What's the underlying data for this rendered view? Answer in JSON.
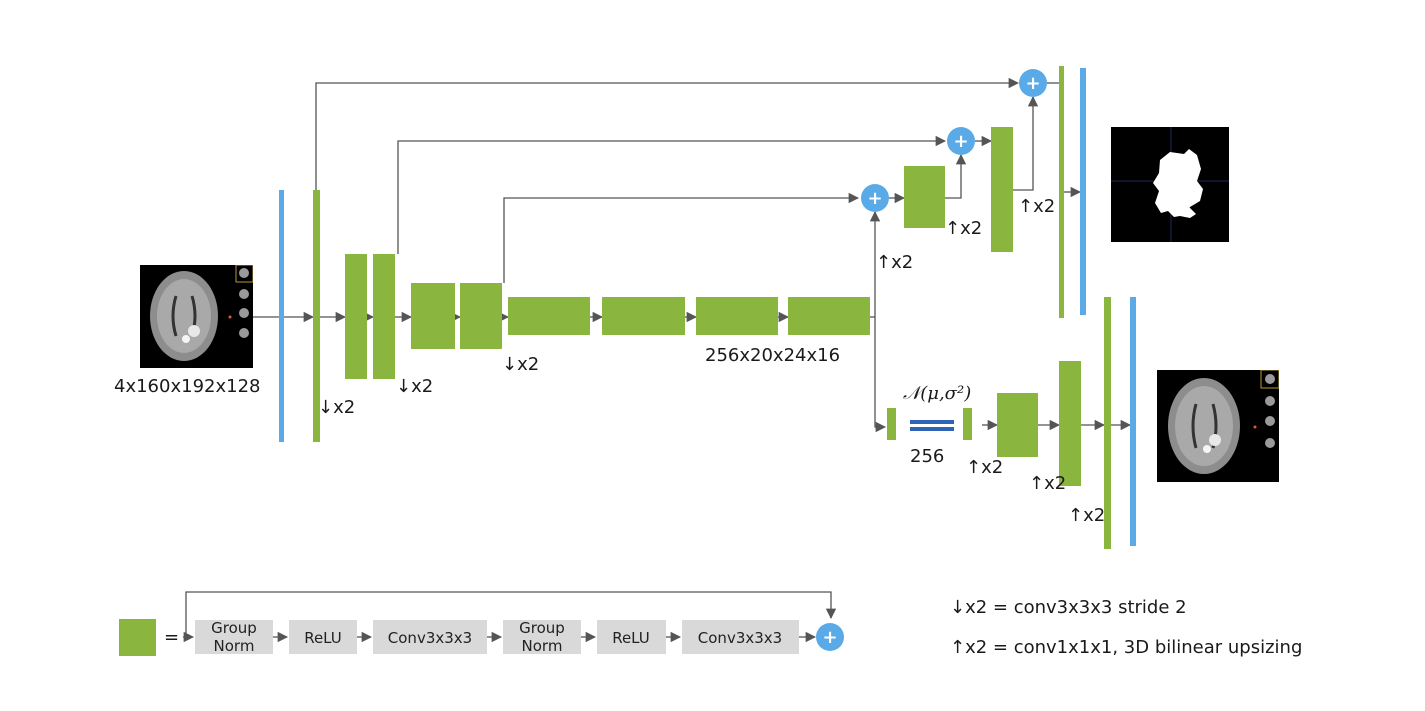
{
  "colors": {
    "block_green": "#8ab53f",
    "norm_blue": "#5aaae8",
    "add_node_blue": "#5aaae8",
    "gauss_blue": "#2f63b5",
    "legend_box_gray": "#d9d9d9",
    "arrow_gray": "#555555"
  },
  "icons": {
    "add_node": "plus-circle-icon",
    "down": "down-arrow",
    "up": "up-arrow"
  },
  "labels": {
    "input_dims": "4x160x192x128",
    "bottleneck_dims": "256x20x24x16",
    "gauss_dims": "256",
    "gauss_symbol": "𝒩(μ,σ²)",
    "down_x2": "↓x2",
    "up_x2": "↑x2",
    "plus": "+"
  },
  "legend": {
    "equals": "=",
    "steps": [
      {
        "line1": "Group",
        "line2": "Norm"
      },
      {
        "line1": "ReLU",
        "line2": ""
      },
      {
        "line1": "Conv3x3x3",
        "line2": ""
      },
      {
        "line1": "Group",
        "line2": "Norm"
      },
      {
        "line1": "ReLU",
        "line2": ""
      },
      {
        "line1": "Conv3x3x3",
        "line2": ""
      }
    ],
    "down_def": "↓x2 = conv3x3x3 stride 2",
    "up_def": "↑x2 = conv1x1x1, 3D bilinear upsizing"
  }
}
